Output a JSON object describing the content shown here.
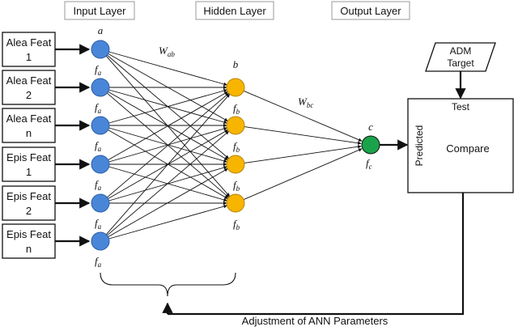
{
  "headers": {
    "input": "Input Layer",
    "hidden": "Hidden Layer",
    "output": "Output Layer"
  },
  "inputs": [
    {
      "line1": "Alea Feat",
      "line2": "1",
      "activation": "f"
    },
    {
      "line1": "Alea Feat",
      "line2": "2",
      "activation": "f"
    },
    {
      "line1": "Alea Feat",
      "line2": "n",
      "activation": "f"
    },
    {
      "line1": "Epis Feat",
      "line2": "1",
      "activation": "f"
    },
    {
      "line1": "Epis Feat",
      "line2": "2",
      "activation": "f"
    },
    {
      "line1": "Epis Feat",
      "line2": "n",
      "activation": "f"
    }
  ],
  "labels": {
    "node_a": "a",
    "sub_a": "a",
    "node_b": "b",
    "sub_b": "b",
    "node_c": "c",
    "sub_c": "c",
    "activation": "f",
    "w_ab": "W",
    "w_ab_sub": "ab",
    "w_bc": "W",
    "w_bc_sub": "bc"
  },
  "target": {
    "line1": "ADM",
    "line2": "Target"
  },
  "compare_box": {
    "test": "Test",
    "compare": "Compare",
    "predicted": "Predicted"
  },
  "feedback": "Adjustment of ANN Parameters",
  "colors": {
    "input_node": "#4a86d8",
    "hidden_node": "#f7b500",
    "output_node": "#1aa34a"
  }
}
